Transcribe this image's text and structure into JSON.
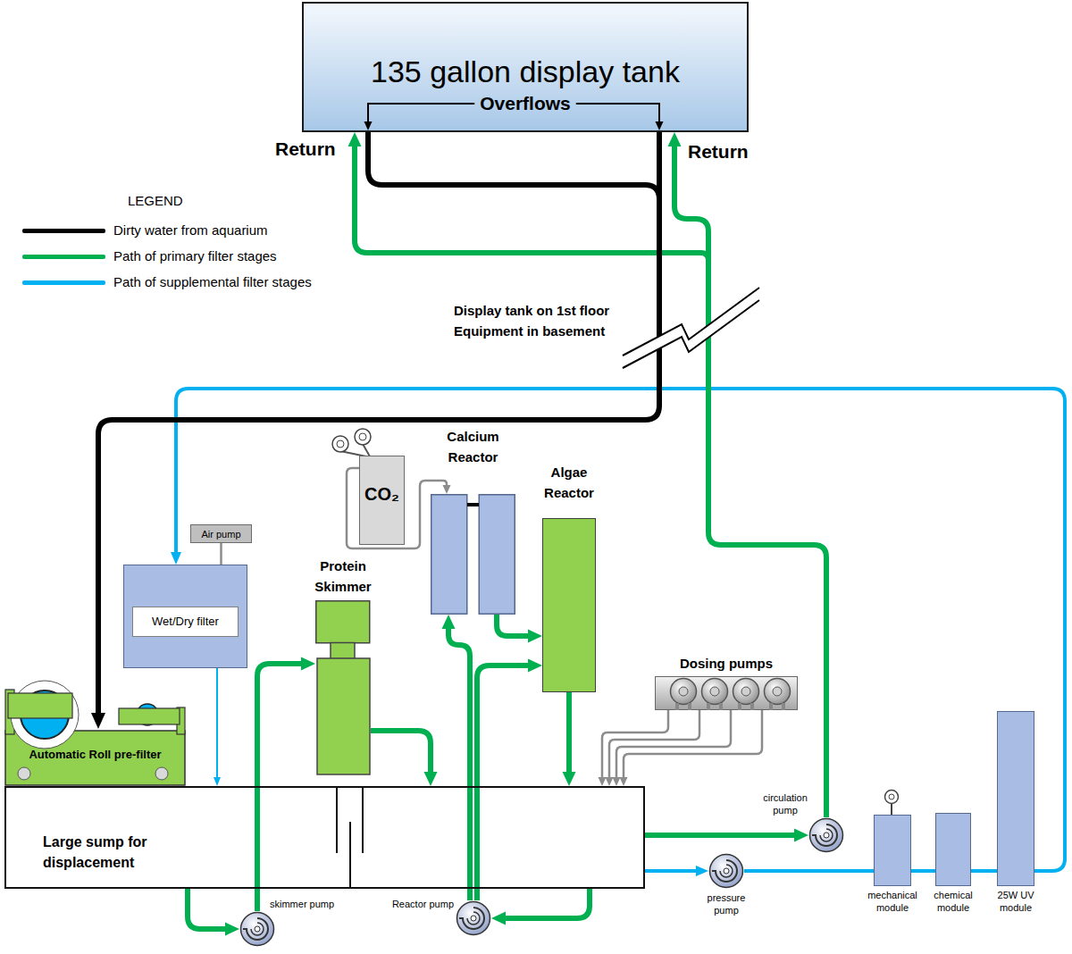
{
  "diagram": {
    "nodes": [
      {
        "text": [
          "135 gallon display tank",
          "Overflows"
        ]
      },
      {
        "text": [
          "Air pump"
        ]
      },
      {
        "text": [
          "Wet/Dry filter"
        ]
      },
      {
        "text": [
          "Automatic Roll pre-filter"
        ]
      },
      {
        "text": [
          "CO₂"
        ]
      },
      {
        "text": [
          "Calcium Reactor"
        ]
      },
      {
        "text": [
          "Protein Skimmer"
        ]
      },
      {
        "text": [
          "Algae Reactor"
        ]
      },
      {
        "text": [
          "Dosing pumps"
        ]
      },
      {
        "text": [
          "Large sump for displacement"
        ]
      },
      {
        "text": [
          "skimmer pump"
        ]
      },
      {
        "text": [
          "Reactor pump"
        ]
      },
      {
        "text": [
          "circulation pump"
        ]
      },
      {
        "text": [
          "pressure pump"
        ]
      },
      {
        "text": [
          "mechanical module"
        ]
      },
      {
        "text": [
          "chemical module"
        ]
      },
      {
        "text": [
          "25W UV module"
        ]
      }
    ],
    "edges": [
      {
        "from": 0,
        "to": 3,
        "arrow": "to"
      },
      {
        "from": 12,
        "to": 0,
        "arrow": "to"
      },
      {
        "from": 16,
        "to": 2,
        "arrow": "to"
      },
      {
        "from": 1,
        "to": 2,
        "arrow": "to"
      },
      {
        "from": 2,
        "to": 9,
        "arrow": "to"
      },
      {
        "from": 9,
        "to": 10,
        "arrow": "to"
      },
      {
        "from": 10,
        "to": 6,
        "arrow": "to"
      },
      {
        "from": 6,
        "to": 9,
        "arrow": "to"
      },
      {
        "from": 9,
        "to": 11,
        "arrow": "to"
      },
      {
        "from": 11,
        "to": 5,
        "arrow": "to"
      },
      {
        "from": 11,
        "to": 7,
        "arrow": "to"
      },
      {
        "from": 5,
        "to": 7,
        "arrow": "to"
      },
      {
        "from": 7,
        "to": 9,
        "arrow": "to"
      },
      {
        "from": 4,
        "to": 5,
        "arrow": "to"
      },
      {
        "from": 8,
        "to": 9,
        "arrow": "to"
      },
      {
        "from": 9,
        "to": 12,
        "arrow": "to"
      },
      {
        "from": 9,
        "to": 13,
        "arrow": "to"
      },
      {
        "from": 13,
        "to": 14,
        "arrow": "none"
      },
      {
        "from": 14,
        "to": 15,
        "arrow": "none"
      },
      {
        "from": 15,
        "to": 16,
        "arrow": "none"
      }
    ],
    "labels": [
      "Return",
      "Return",
      "Display tank on 1st floor Equipment in basement",
      "LEGEND"
    ],
    "legend": [
      {
        "text": "Dirty water from aquarium",
        "color": "#000000"
      },
      {
        "text": "Path of primary filter stages",
        "color": "#00b050"
      },
      {
        "text": "Path of supplemental filter stages",
        "color": "#00b0f0"
      }
    ]
  }
}
